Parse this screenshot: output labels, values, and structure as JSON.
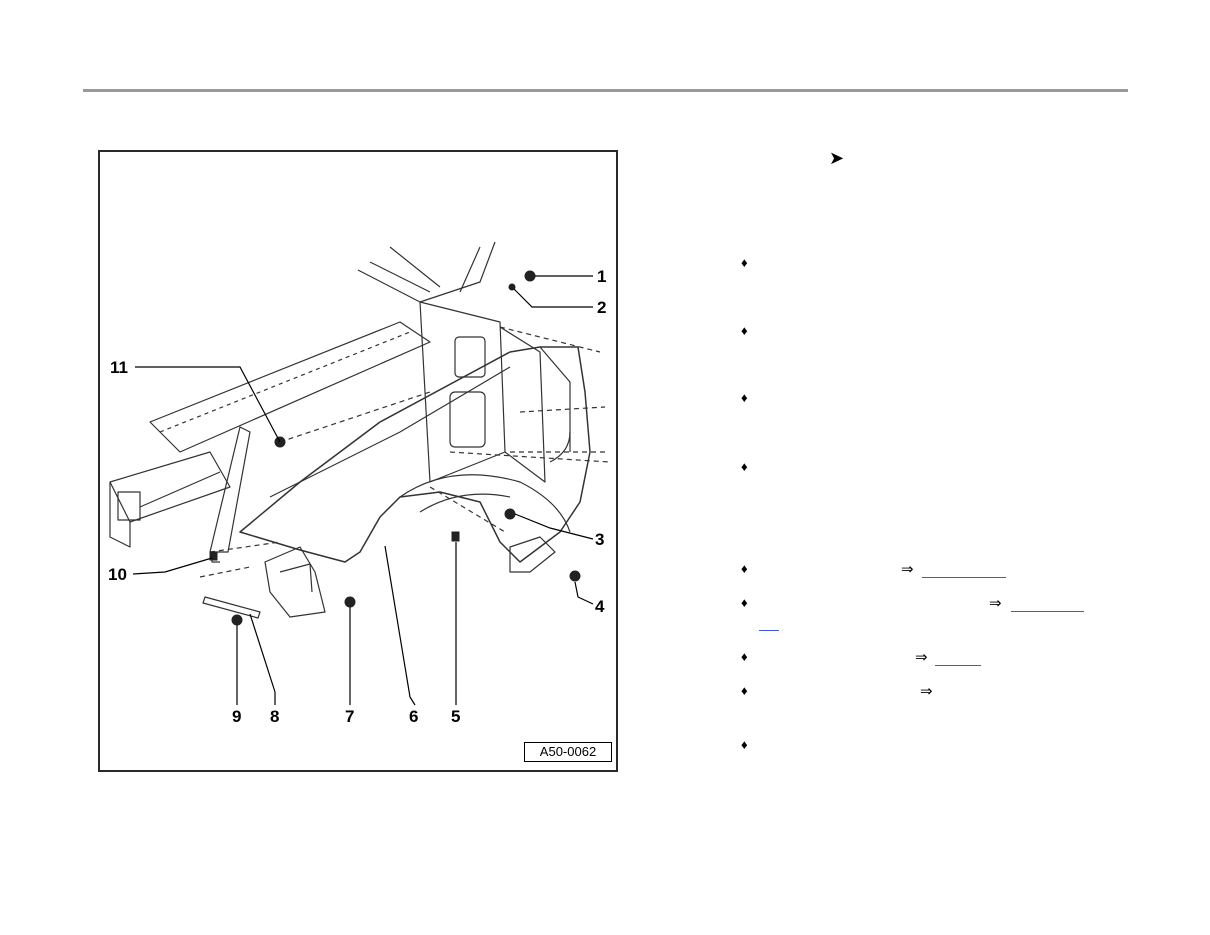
{
  "figure": {
    "id_label": "A50-0062",
    "callouts": [
      "1",
      "2",
      "3",
      "4",
      "5",
      "6",
      "7",
      "8",
      "9",
      "10",
      "11"
    ]
  },
  "marker_glyph": "➤",
  "bullet_glyph": "♦",
  "ref_arrow_glyph": "⇒",
  "colors": {
    "rule": "#9a9a9a",
    "link": "#3b5ad6",
    "line_art": "#333333"
  }
}
